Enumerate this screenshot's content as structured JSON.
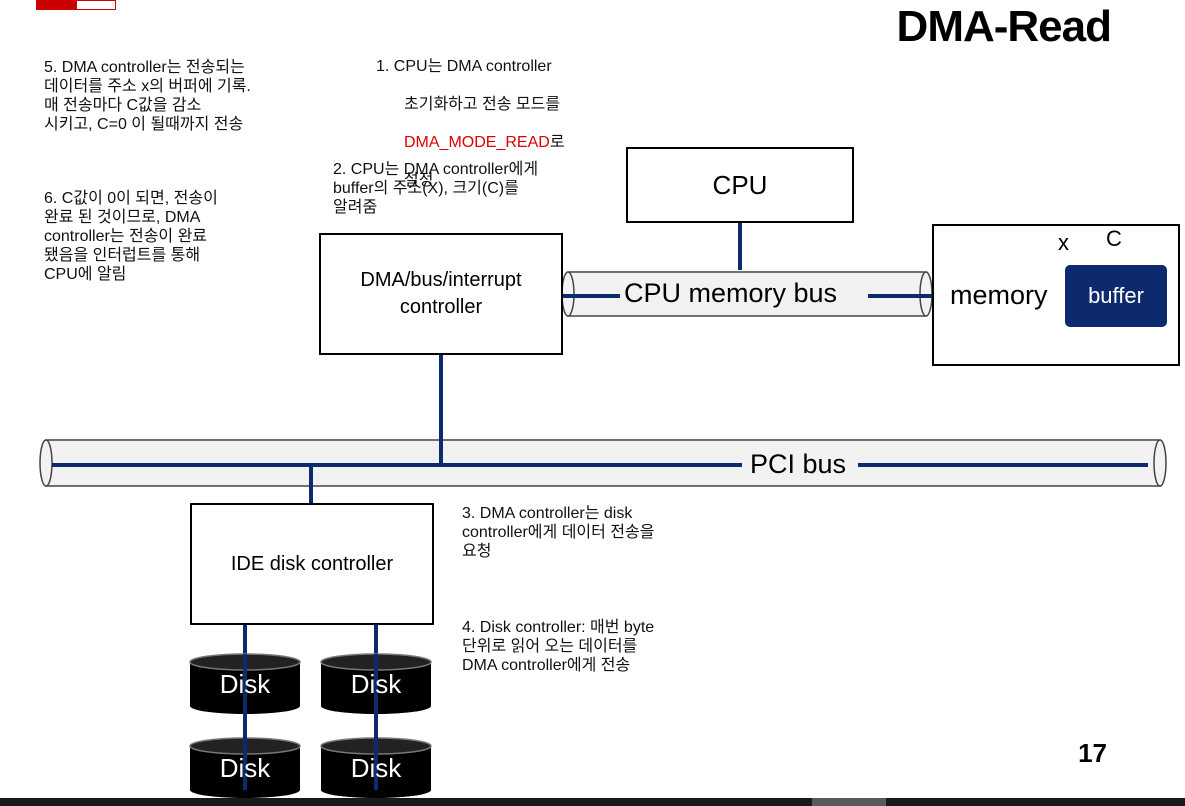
{
  "title": "DMA-Read",
  "page_number": "17",
  "steps": {
    "step1_line1": "1.  CPU는 DMA controller",
    "step1_line2": "초기화하고 전송 모드를",
    "step1_red": "DMA_MODE_READ",
    "step1_after_red": "로",
    "step1_line4": "설정",
    "step2": "2. CPU는 DMA controller에게\nbuffer의 주소(X), 크기(C)를\n알려줌",
    "step3": "3. DMA controller는 disk\ncontroller에게 데이터 전송을\n요청",
    "step4": "4. Disk controller: 매번 byte\n단위로 읽어 오는 데이터를\nDMA controller에게 전송",
    "step5": "5. DMA controller는 전송되는\n데이터를 주소 x의 버퍼에 기록.\n매 전송마다 C값을 감소\n시키고, C=0 이 될때까지 전송",
    "step6": "6. C값이 0이 되면, 전송이\n완료 된 것이므로, DMA\ncontroller는 전송이 완료\n됐음을 인터럽트를 통해\nCPU에 알림"
  },
  "boxes": {
    "cpu": "CPU",
    "dma_controller": "DMA/bus/interrupt\ncontroller",
    "memory": "memory",
    "buffer": "buffer",
    "ide_controller": "IDE disk controller"
  },
  "buses": {
    "cpu_memory_bus": "CPU memory bus",
    "pci_bus": "PCI bus"
  },
  "buffer_labels": {
    "x": "x",
    "c": "C"
  },
  "disks": [
    "Disk",
    "Disk",
    "Disk",
    "Disk"
  ],
  "colors": {
    "accent_red": "#dd0000",
    "navy": "#0d2a6e",
    "pipe_fill": "#f2f2f2"
  }
}
